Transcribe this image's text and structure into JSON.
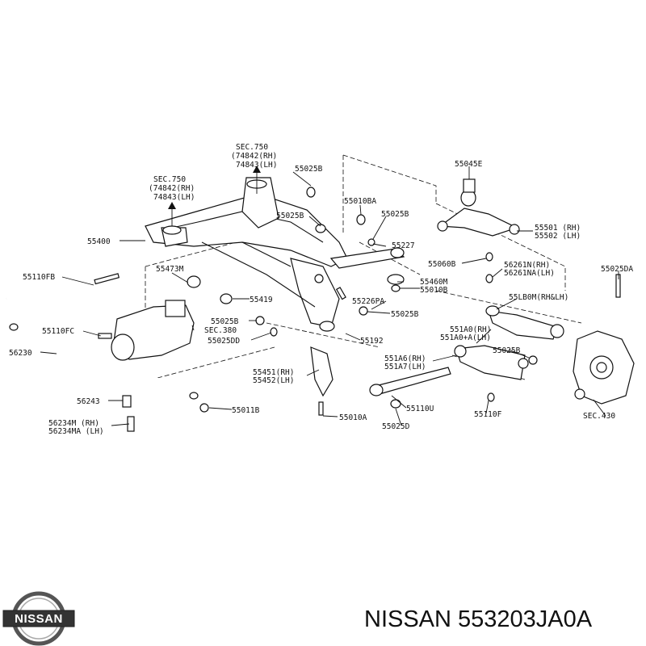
{
  "labels": {
    "sec750_top": "SEC.750",
    "p74842_top": "(74842(RH)",
    "p74843_top": "74843(LH)",
    "sec750_left": "SEC.750",
    "p74842_left": "(74842(RH)",
    "p74843_left": "74843(LH)",
    "p55025B_a": "55025B",
    "p55010BA": "55010BA",
    "p55025B_b": "55025B",
    "p55025B_c": "55025B",
    "p55045E": "55045E",
    "p55501": "55501 (RH)",
    "p55502": "55502 (LH)",
    "p55400": "55400",
    "p55227": "55227",
    "p55060B": "55060B",
    "p56261N": "56261N(RH)",
    "p56261NA": "56261NA(LH)",
    "p55025DA": "55025DA",
    "p55110FB": "55110FB",
    "p55473M": "55473M",
    "p55460M": "55460M",
    "p55010B": "55010B",
    "p55LB0M": "55LB0M(RH&LH)",
    "p55419": "55419",
    "p55226PA": "55226PA",
    "p55025B_d": "55025B",
    "p55110FC": "55110FC",
    "p55025B_e": "55025B",
    "sec380": "SEC.380",
    "p551A0": "551A0(RH)",
    "p551A0A": "551A0+A(LH)",
    "p55025DD": "55025DD",
    "p55192": "55192",
    "p55025B_f": "55025B",
    "p56230": "56230",
    "p551A6": "551A6(RH)",
    "p551A7": "551A7(LH)",
    "p55451": "55451(RH)",
    "p55452": "55452(LH)",
    "p56243": "56243",
    "p55011B": "55011B",
    "p55110U": "55110U",
    "p55110F": "55110F",
    "sec430": "SEC.430",
    "p56234M": "56234M (RH)",
    "p56234MA": "56234MA (LH)",
    "p55010A": "55010A",
    "p55025D": "55025D"
  },
  "logo": {
    "text": "NISSAN"
  },
  "footer": {
    "title": "NISSAN 553203JA0A"
  }
}
